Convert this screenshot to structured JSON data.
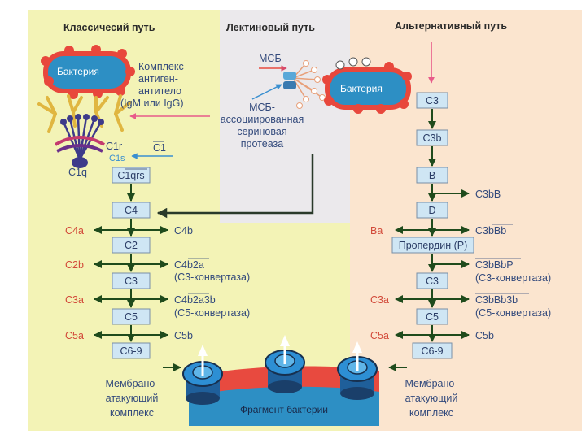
{
  "sections": {
    "classical_title": "Классичесий путь",
    "lectin_title": "Лектиновый путь",
    "alternative_title": "Альтернативный путь"
  },
  "classical": {
    "bacteria": "Бактерия",
    "complex_lines": [
      "Комплекс",
      "антиген-",
      "антитело",
      "(IgM или IgG)"
    ],
    "c1r": "C1r",
    "c1s": "C1s",
    "c1": "C1",
    "c1q": "C1q",
    "boxes": [
      "C1qrs",
      "C4",
      "C2",
      "C3",
      "C5",
      "C6-9"
    ],
    "left_labels": [
      "C4a",
      "C2b",
      "C3a",
      "C5a"
    ],
    "right_labels": [
      "C4b",
      "C4b2a",
      "(C3-конвертаза)",
      "C4b2a3b",
      "(C5-конвертаза)",
      "C5b"
    ],
    "mac_lines": [
      "Мембрано-",
      "атакующий",
      "комплекс"
    ]
  },
  "lectin": {
    "msb": "МСБ",
    "protease_lines": [
      "МСБ-",
      "ассоциированная",
      "сериновая",
      "протеаза"
    ],
    "bacteria": "Бактерия"
  },
  "alternative": {
    "boxes": [
      "C3",
      "C3b",
      "B",
      "D",
      "Пропердин (P)",
      "C3",
      "C5",
      "C6-9"
    ],
    "right_labels": [
      "C3bB",
      "C3bBb",
      "C3bBbP",
      "(C3-конвертаза)",
      "C3bBb3b",
      "(C5-конвертаза)",
      "C5b"
    ],
    "left_labels": [
      "Ba",
      "C3a",
      "C5a"
    ],
    "mac_lines": [
      "Мембрано-",
      "атакующий",
      "комплекс"
    ]
  },
  "membrane": {
    "label": "Фрагмент бактерии"
  },
  "colors": {
    "yellow_bg": "#f3f3b6",
    "gray_bg": "#ebe9ec",
    "peach_bg": "#fbe5cf",
    "box_fill": "#cfe6f4",
    "arrow_green": "#1f4b1c",
    "red_label": "#d24a3a",
    "blue_label": "#334a7c",
    "bacteria_fill": "#2d8fc4",
    "bacteria_border": "#e8473c",
    "membrane_red": "#e84a3f"
  }
}
